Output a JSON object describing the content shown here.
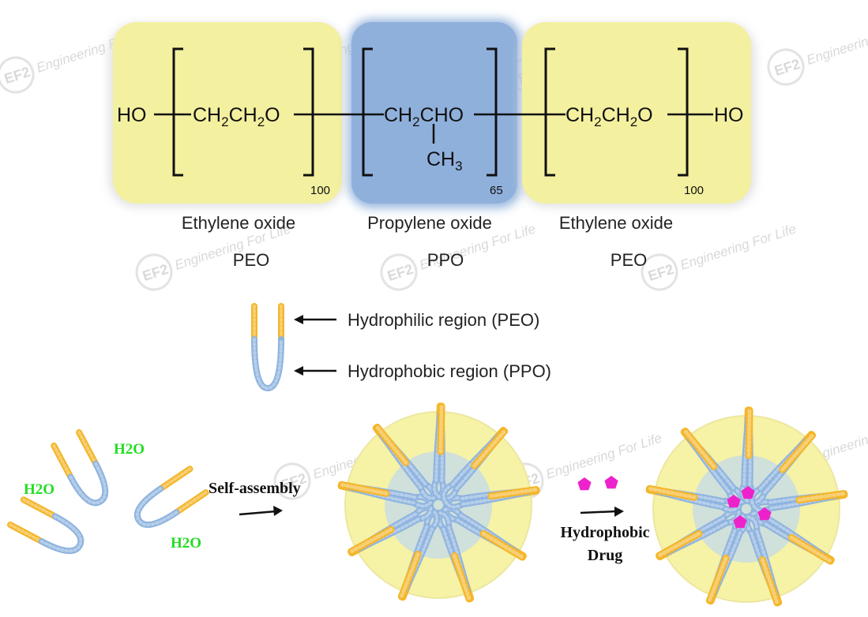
{
  "formula": {
    "end_left": "HO",
    "end_right": "HO",
    "peo_unit": {
      "main": "CH",
      "sub1": "2",
      "mid": "CH",
      "sub2": "2",
      "end": "O"
    },
    "ppo_unit": {
      "main": "CH",
      "sub1": "2",
      "end": "CHO",
      "branch": "CH",
      "branch_sub": "3"
    },
    "index_left": "100",
    "index_middle": "65",
    "index_right": "100"
  },
  "blocks": {
    "left_name": "Ethylene oxide",
    "left_abbr": "PEO",
    "middle_name": "Propylene oxide",
    "middle_abbr": "PPO",
    "right_name": "Ethylene oxide",
    "right_abbr": "PEO"
  },
  "legend": {
    "hydrophilic": "Hydrophilic region (PEO)",
    "hydrophobic": "Hydrophobic region (PPO)"
  },
  "assembly": {
    "water": "H2O",
    "self_assembly": "Self-assembly",
    "drug_line1": "Hydrophobic",
    "drug_line2": "Drug"
  },
  "watermark": {
    "logo": "EF2",
    "text": "Engineering For Life"
  },
  "colors": {
    "peo_yellow": "#f4b62a",
    "ppo_blue": "#8fb4df",
    "block_yellow": "#f3f0a0",
    "block_blue": "#8fb0db",
    "micelle_yellow": "#f6f2a6",
    "micelle_core": "#c9dde3",
    "drug_magenta": "#ee22cc",
    "water_green": "#22dd22"
  }
}
